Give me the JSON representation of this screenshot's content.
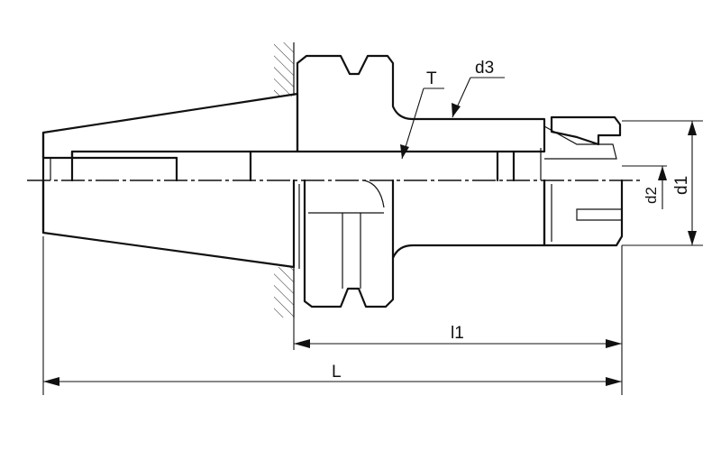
{
  "labels": {
    "T": "T",
    "d3": "d3",
    "d2": "d2",
    "d1": "d1",
    "l1": "l1",
    "L": "L"
  }
}
